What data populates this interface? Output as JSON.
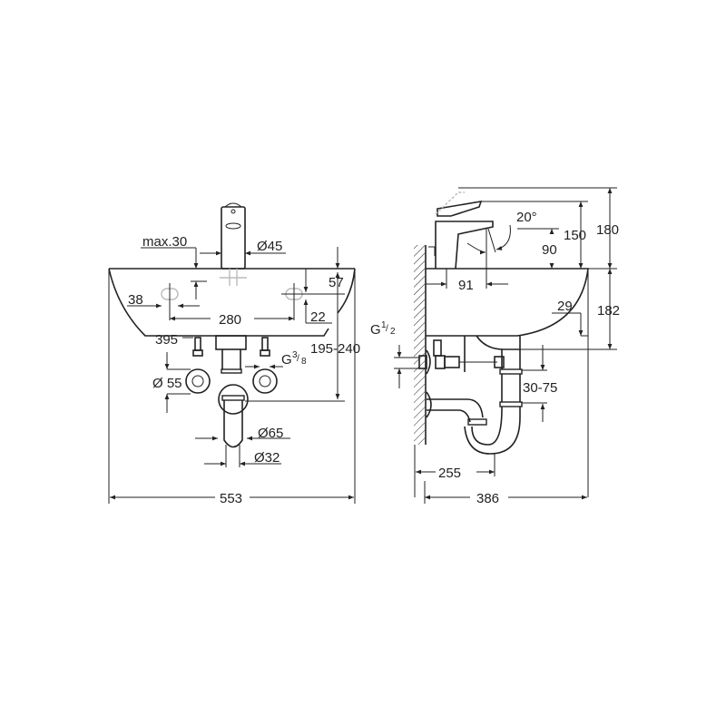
{
  "front_view": {
    "max_height": "max.30",
    "faucet_diameter": "Ø45",
    "deck_thickness": "57",
    "hole_offset": "38",
    "hole_spacing": "280",
    "hole_drop": "22",
    "basin_depth": "395",
    "height_range": "195-240",
    "connection_g": "G",
    "connection_frac_num": "3",
    "connection_frac_den": "8",
    "rosette_diameter": "Ø 55",
    "trap_diameter": "Ø65",
    "outlet_diameter": "Ø32",
    "total_width": "553"
  },
  "side_view": {
    "lever_angle": "20°",
    "spout_height": "150",
    "total_height": "180",
    "outlet_height": "90",
    "spout_reach": "91",
    "basin_offset": "29",
    "basin_height": "182",
    "connection_g": "G",
    "connection_frac_num": "1",
    "connection_frac_den": "2",
    "trap_range": "30-75",
    "trap_distance": "255",
    "total_depth": "386"
  }
}
